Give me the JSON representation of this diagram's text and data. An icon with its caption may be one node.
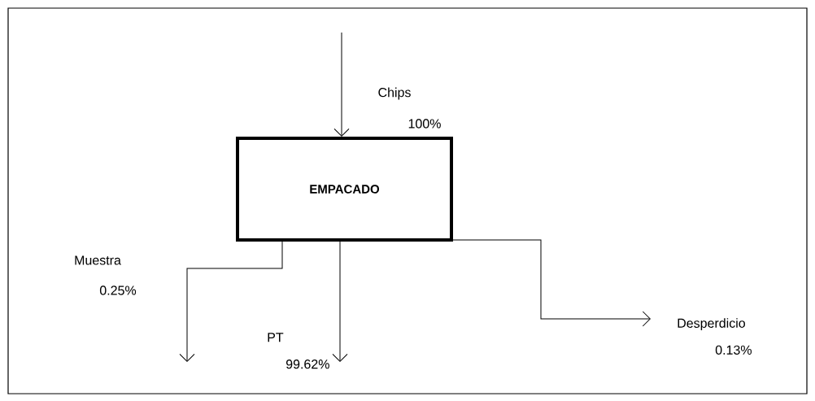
{
  "diagram": {
    "nodes": [
      {
        "text": [
          "EMPACADO"
        ]
      },
      {
        "text": [
          "PT",
          "99.62%"
        ]
      },
      {
        "text": [
          "Desperdicio",
          "0.13%"
        ]
      }
    ],
    "edges": [
      {
        "from": null,
        "to": 0,
        "arrow": "to"
      },
      {
        "from": 0,
        "to": null,
        "arrow": "to"
      },
      {
        "from": 0,
        "to": 1,
        "arrow": "to"
      },
      {
        "from": 0,
        "to": 2,
        "arrow": "to"
      }
    ],
    "labels": [
      "Chips",
      "100%",
      "Muestra",
      "0.25%"
    ]
  }
}
